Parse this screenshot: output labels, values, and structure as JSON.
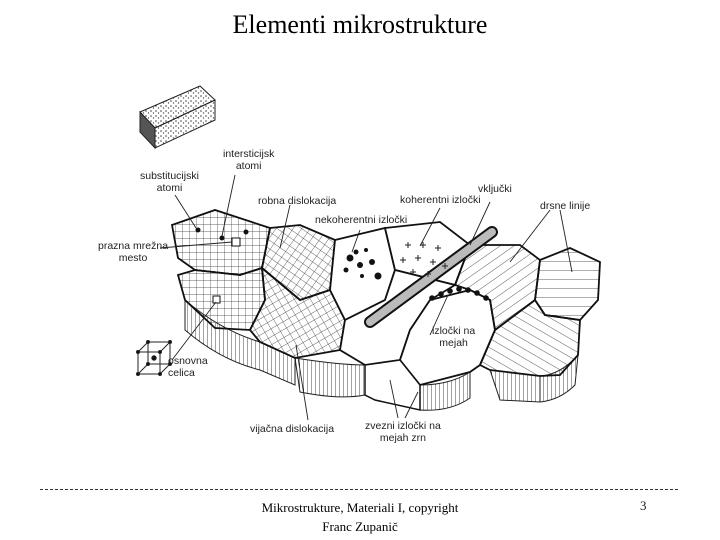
{
  "title": "Elementi mikrostrukture",
  "labels": {
    "intersticijski": [
      "intersticijsk",
      "atomi"
    ],
    "substitucijski": [
      "substitucijski",
      "atomi"
    ],
    "robna": "robna dislokacija",
    "koherentni": "koherentni izločki",
    "vkljucki": "vključki",
    "drsne": "drsne linije",
    "nekoherentni": "nekoherentni izločki",
    "prazna": [
      "prazna mrežna",
      "mesto"
    ],
    "osnovna": [
      "osnovna",
      "celica"
    ],
    "izlocki_mejah": [
      "izločki na",
      "mejah"
    ],
    "vijacna": "vijačna dislokacija",
    "zvezni": [
      "zvezni izločki na",
      "mejah zrn"
    ]
  },
  "footer": {
    "line1": "Mikrostrukture, Materiali I, copyright",
    "line2": "Franc Zupanič",
    "page": "3"
  }
}
